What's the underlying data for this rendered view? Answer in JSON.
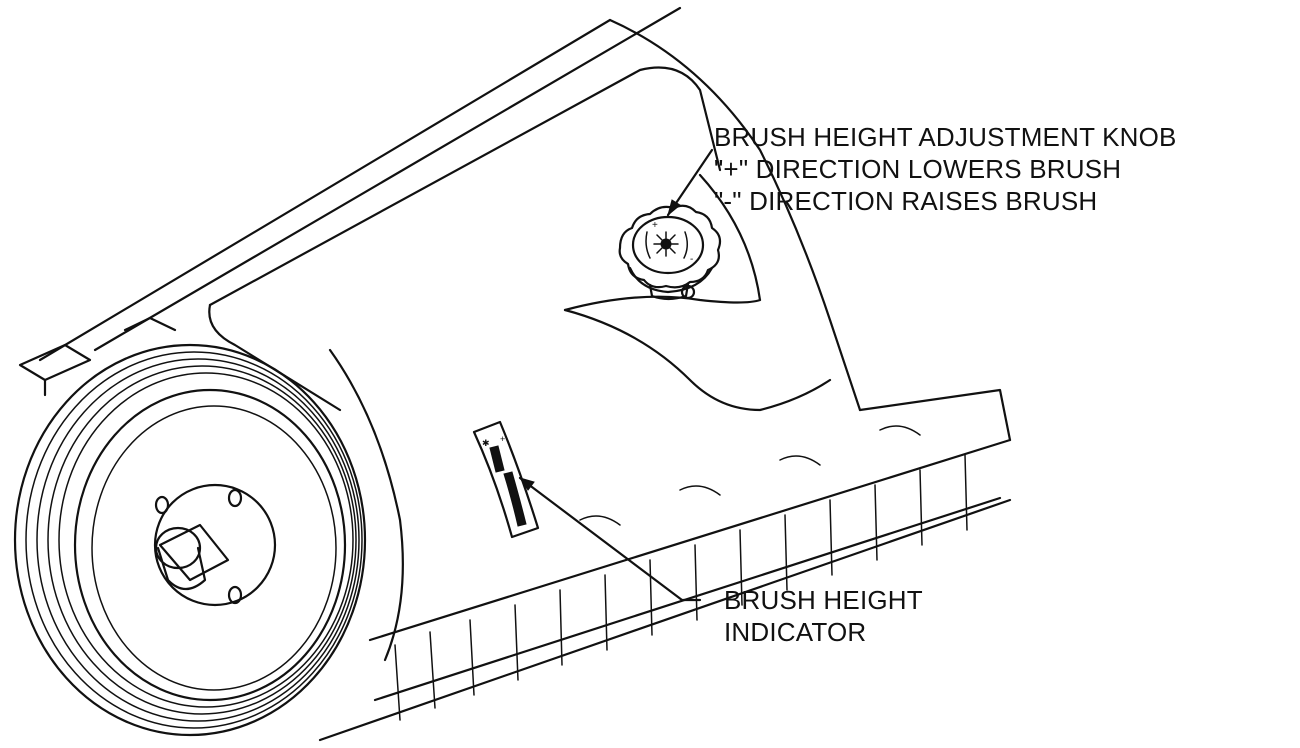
{
  "callouts": {
    "knob": {
      "line1": "BRUSH HEIGHT ADJUSTMENT KNOB",
      "line2": "\"+\" DIRECTION LOWERS BRUSH",
      "line3": "\"-\" DIRECTION RAISES BRUSH"
    },
    "indicator": {
      "line1": "BRUSH HEIGHT",
      "line2": "INDICATOR"
    }
  },
  "colors": {
    "ink": "#111111",
    "paper": "#ffffff"
  }
}
